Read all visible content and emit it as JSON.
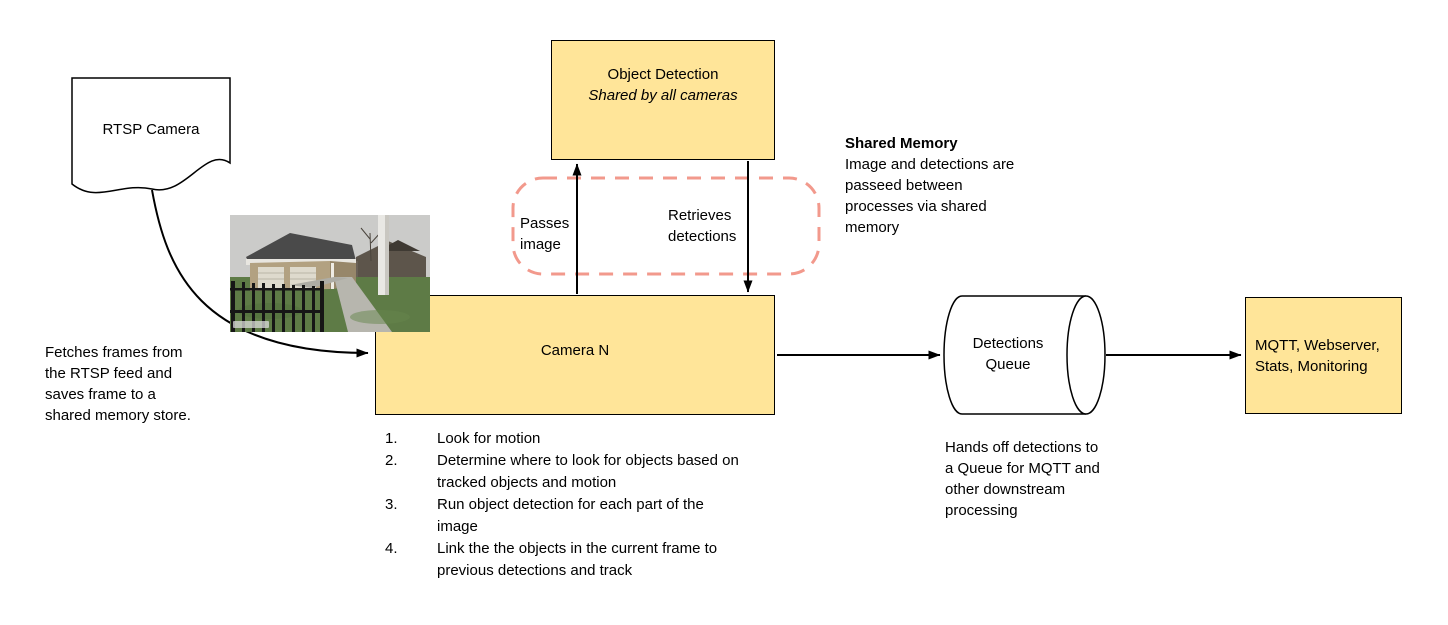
{
  "diagram": {
    "rtsp_camera": {
      "label": "RTSP Camera"
    },
    "object_detection": {
      "title": "Object Detection",
      "subtitle": "Shared by all cameras"
    },
    "camera_n": {
      "label": "Camera N"
    },
    "detections_queue": {
      "label": "Detections Queue"
    },
    "output_box": {
      "label": "MQTT, Webserver, Stats, Monitoring"
    },
    "edges": {
      "passes_image": "Passes image",
      "retrieves_detections": "Retrieves detections"
    },
    "notes": {
      "fetches": "Fetches frames from the RTSP feed and saves frame to a shared memory store.",
      "shared_memory_title": "Shared Memory",
      "shared_memory_body": "Image and detections are passeed between processes via shared memory",
      "hands_off": "Hands off detections to a Queue for MQTT and other downstream processing"
    },
    "steps": [
      {
        "num": "1.",
        "text": "Look for motion"
      },
      {
        "num": "2.",
        "text": "Determine where to look for objects based on tracked objects and motion"
      },
      {
        "num": "3.",
        "text": "Run object detection for each part of the image"
      },
      {
        "num": "4.",
        "text": "Link the the objects in the current frame to previous detections and track"
      }
    ],
    "colors": {
      "node_fill": "#FFE599",
      "node_border": "#000000",
      "shared_memory_dash": "#F2998C"
    }
  }
}
